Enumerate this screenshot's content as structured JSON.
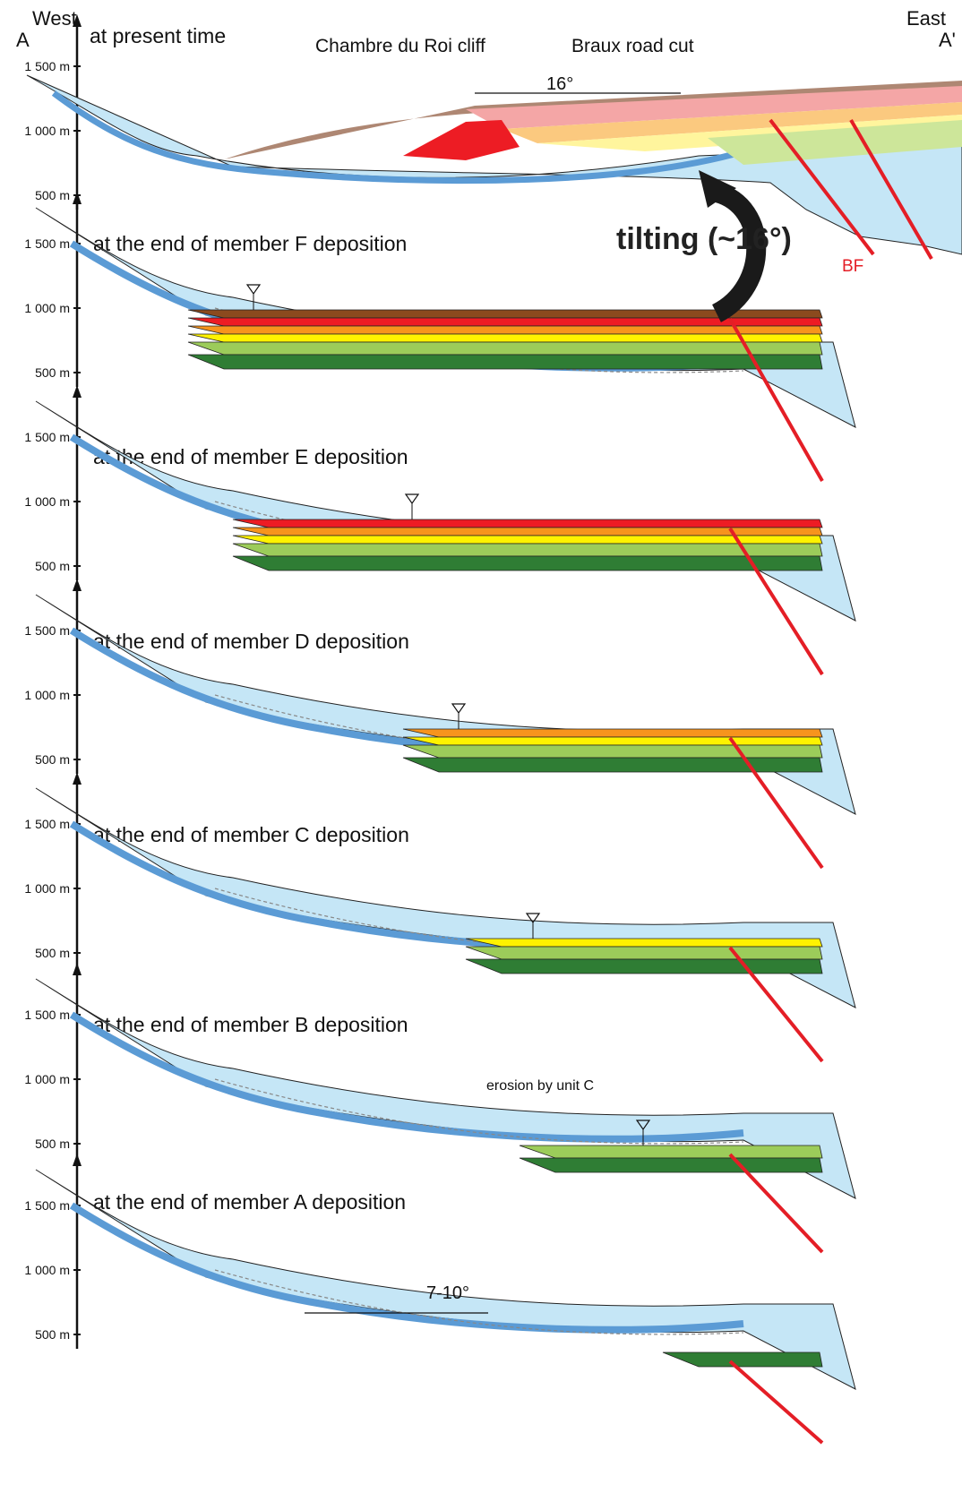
{
  "header": {
    "west": "West",
    "east": "East",
    "a_left": "A",
    "a_right": "A'",
    "cliff": "Chambre du Roi cliff",
    "roadcut": "Braux road cut"
  },
  "annotations": {
    "tilt": "tilting (~16°)",
    "bf": "BF",
    "erosion": "erosion by unit C",
    "angle_present": "16°",
    "angle_a": "7-10°"
  },
  "axis_ticks": [
    "1 500 m",
    "1 000 m",
    "500 m"
  ],
  "colors": {
    "basin_fill": "#c5e6f6",
    "basal_bed": "#5b9bd5",
    "unit_a": "#2f7d34",
    "unit_b": "#9ccc5a",
    "unit_c": "#fff200",
    "unit_d": "#f7941d",
    "unit_e": "#ed1c24",
    "unit_f": "#8b4a1e",
    "fault": "#e41e26"
  },
  "panels": [
    {
      "title": "at present time"
    },
    {
      "title": "at the end of member F deposition"
    },
    {
      "title": "at the end of member E deposition"
    },
    {
      "title": "at the end of member D deposition"
    },
    {
      "title": "at the end of member C deposition"
    },
    {
      "title": "at the end of member B deposition"
    },
    {
      "title": "at the end of member A deposition"
    }
  ]
}
